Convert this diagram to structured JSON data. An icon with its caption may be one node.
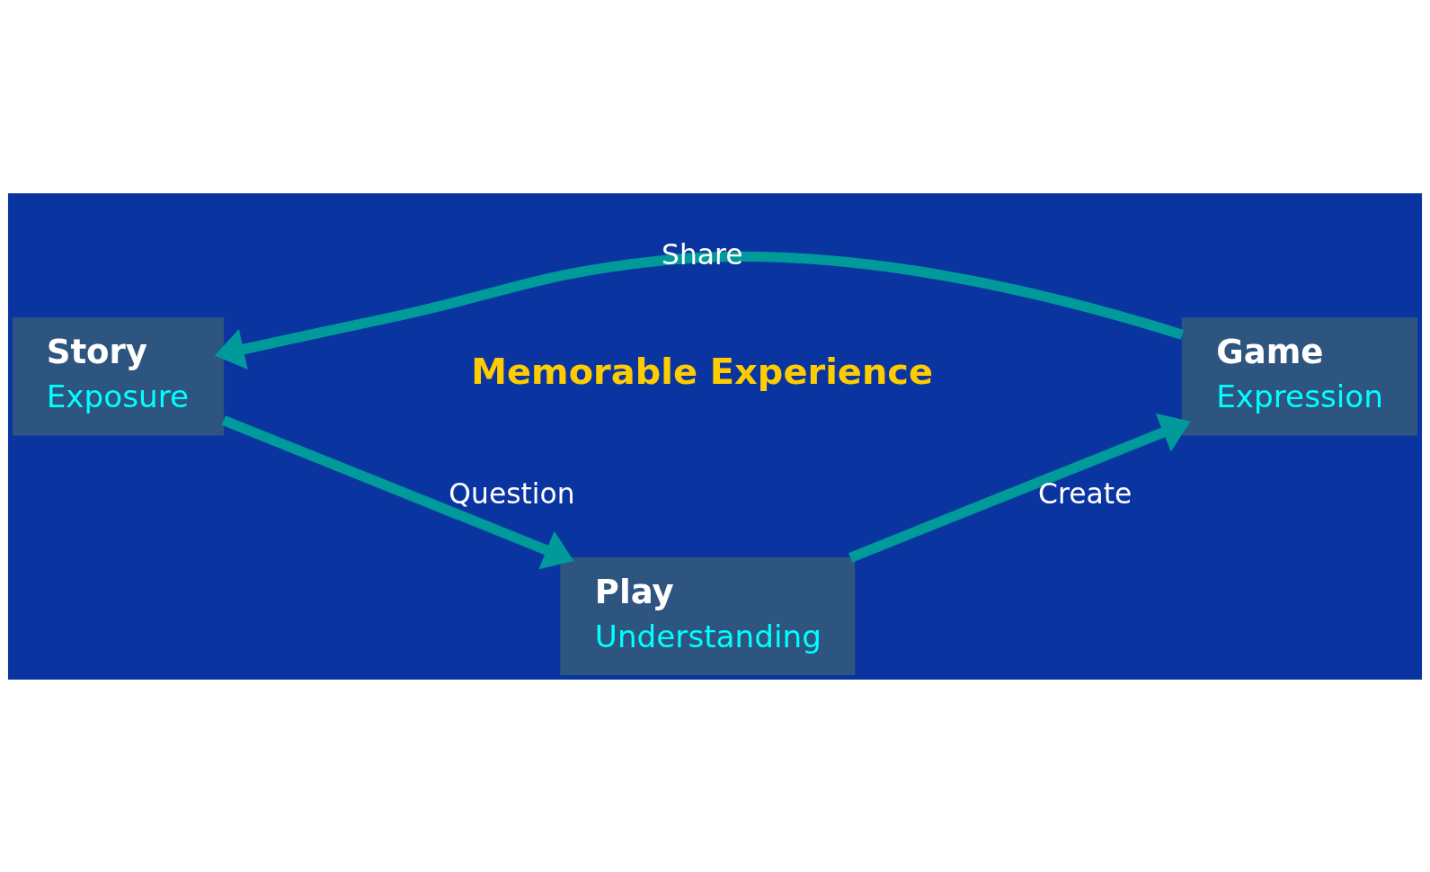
{
  "diagram": {
    "nodes": [
      {
        "text": [
          "Story",
          "Exposure"
        ]
      },
      {
        "text": [
          "Game",
          "Expression"
        ]
      },
      {
        "text": [
          "Play",
          "Understanding"
        ]
      },
      {
        "text": [
          "Memorable Experience"
        ]
      }
    ],
    "edges": [
      {
        "from": 0,
        "to": 2,
        "arrow": "to",
        "label": "Question"
      },
      {
        "from": 2,
        "to": 1,
        "arrow": "to",
        "label": "Create"
      },
      {
        "from": 1,
        "to": 0,
        "arrow": "to",
        "label": "Share"
      }
    ]
  }
}
